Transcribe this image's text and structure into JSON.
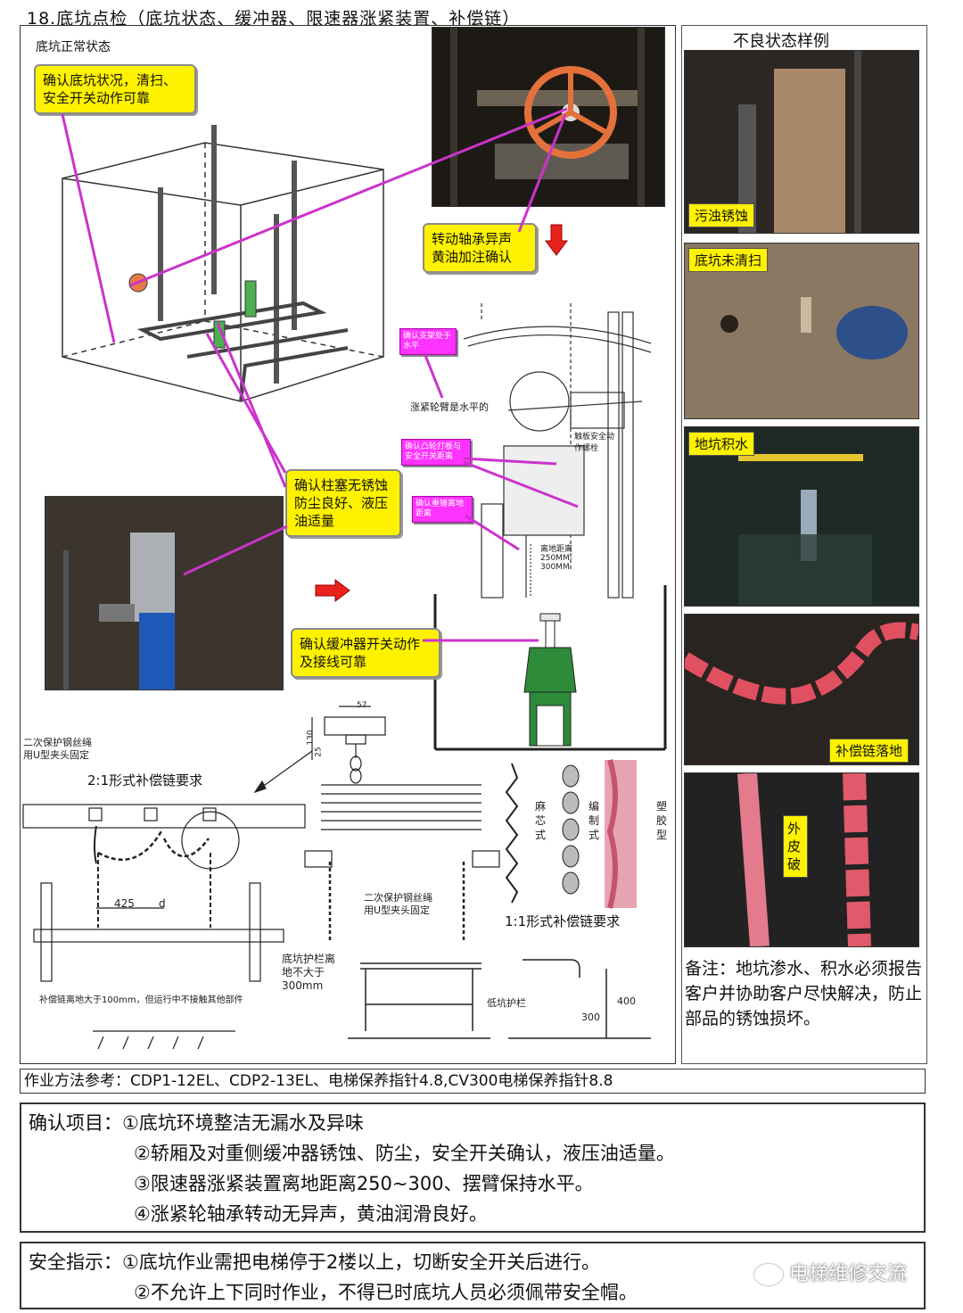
{
  "page_title": "18.底坑点检（底坑状态、缓冲器、限速器涨紧装置、补偿链）",
  "left_panel": {
    "normal_state_label": "底坑正常状态",
    "callouts": {
      "pit": "确认底坑状况，清扫、安全开关动作可靠",
      "bearing": "转动轴承异声\n黄油加注确认",
      "plunger": "确认柱塞无锈蚀防尘良好、液压油适量",
      "buffer_switch": "确认缓冲器开关动作及接线可靠"
    },
    "tension_diagram": {
      "magenta_1": "确认支架处于水平",
      "arm_label": "涨紧轮臂是水平的",
      "magenta_2": "确认凸轮打板与安全开关距离",
      "magenta_3": "确认重锤离地距离",
      "switch_label": "触板安全动作螺栓",
      "distance_label": "离地距离\n250MM-\n300MM"
    },
    "chain_21": {
      "rope_label": "二次保护钢丝绳\n用U型夹头固定",
      "title": "2:1形式补偿链要求",
      "dim_425": "425",
      "dim_d": "d",
      "bottom_note": "补偿链离地大于100mm，但运行中不接触其他部件",
      "dim_57": "57",
      "dim_130": "130",
      "dim_25": "25"
    },
    "chain_11": {
      "rope_label": "二次保护钢丝绳\n用U型夹头固定",
      "title": "1:1形式补偿链要求",
      "type_1": "麻芯式",
      "type_2": "编制式",
      "type_3": "塑胶型"
    },
    "guard": {
      "side_note": "底坑护栏离地不大于300mm",
      "guard_label": "低坑护栏",
      "dim_400": "400",
      "dim_300": "300"
    }
  },
  "right_panel": {
    "title": "不良状态样例",
    "photos": [
      {
        "label": "污浊锈蚀"
      },
      {
        "label": "底坑未清扫"
      },
      {
        "label": "地坑积水"
      },
      {
        "label": "补偿链落地"
      },
      {
        "label": "外皮破"
      }
    ],
    "note": "备注：地坑渗水、积水必须报告客户并协助客户尽快解决，防止部品的锈蚀损坏。"
  },
  "reference": "作业方法参考：CDP1-12EL、CDP2-13EL、电梯保养指针4.8,CV300电梯保养指针8.8",
  "confirm": {
    "heading": "确认项目：",
    "items": [
      "①底坑环境整洁无漏水及异味",
      "②轿厢及对重侧缓冲器锈蚀、防尘，安全开关确认，液压油适量。",
      "③限速器涨紧装置离地距离250~300、摆臂保持水平。",
      "④涨紧轮轴承转动无异声，黄油润滑良好。"
    ]
  },
  "safety": {
    "heading": "安全指示：",
    "items": [
      "①底坑作业需把电梯停于2楼以上，切断安全开关后进行。",
      "②不允许上下同时作业，不得已时底坑人员必须佩带安全帽。"
    ]
  },
  "watermark": "电梯维修交流",
  "colors": {
    "callout_yellow": "#fff200",
    "callout_magenta": "#ff33ff",
    "arrow_red": "#e8231c",
    "leader_magenta": "#cc33cc"
  }
}
